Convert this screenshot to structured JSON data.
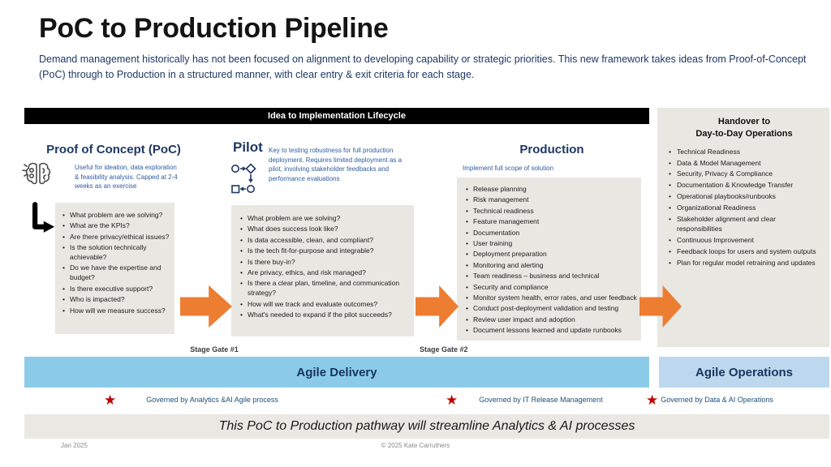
{
  "title": "PoC to Production Pipeline",
  "subtitle": "Demand management historically has not been focused on alignment to developing capability or strategic priorities. This new framework takes ideas from Proof-of-Concept (PoC) through to Production in a structured manner, with clear entry & exit criteria for each stage.",
  "banner": "Idea to Implementation Lifecycle",
  "stages": {
    "poc": {
      "title": "Proof of Concept (PoC)",
      "description": "Useful for ideation, data exploration & feasibility analysis. Capped at 2-4 weeks as an exercise",
      "bullets": [
        "What problem are we solving?",
        "What are the KPIs?",
        "Are there privacy/ethical issues?",
        "Is the solution technically achievable?",
        "Do we have the expertise and budget?",
        "Is there executive support?",
        "Who is impacted?",
        "How will we measure success?"
      ]
    },
    "pilot": {
      "title": "Pilot",
      "description": "Key to testing robustness for full production deployment. Requires limited deployment as a pilot, involving stakeholder feedbacks and performance evaluations",
      "bullets": [
        "What problem are we solving?",
        "What does success look like?",
        "Is data accessible, clean, and compliant?",
        "Is the tech fit-for-purpose and integrable?",
        "Is there buy-in?",
        "Are privacy, ethics, and risk managed?",
        "Is there a clear plan, timeline, and communication strategy?",
        "How will we track and evaluate outcomes?",
        "What's needed to expand if the pilot succeeds?"
      ]
    },
    "production": {
      "title": "Production",
      "description": "Implement full scope of solution",
      "bullets": [
        "Release planning",
        "Risk management",
        "Technical readiness",
        "Feature management",
        "Documentation",
        "User training",
        "Deployment preparation",
        "Monitoring and alerting",
        "Team readiness – business and technical",
        "Security and compliance",
        "Monitor system health, error rates, and user feedback",
        "Conduct post-deployment validation and testing",
        "Review user impact and adoption",
        "Document lessons learned and update runbooks"
      ]
    },
    "handover": {
      "title_line1": "Handover to",
      "title_line2": "Day-to-Day Operations",
      "bullets": [
        "Technical Readiness",
        "Data & Model Management",
        "Security, Privacy & Compliance",
        "Documentation & Knowledge Transfer",
        "Operational playbooks/runbooks",
        "Organizational Readiness",
        "Stakeholder alignment and clear responsibilities",
        "Continuous Improvement",
        "Feedback loops for users and system outputs",
        "Plan for regular model retraining and updates"
      ]
    }
  },
  "stage_gates": {
    "gate1": "Stage Gate #1",
    "gate2": "Stage Gate #2"
  },
  "bars": {
    "delivery": "Agile Delivery",
    "operations": "Agile Operations"
  },
  "governance": [
    {
      "label": "Governed by Analytics &AI Agile process"
    },
    {
      "label": "Governed by IT Release Management"
    },
    {
      "label": "Governed by Data & AI Operations"
    }
  ],
  "tagline": "This PoC to Production pathway will streamline Analytics & AI processes",
  "footer": {
    "date": "Jan 2025",
    "copyright": "© 2025 Kate Carruthers"
  },
  "icons": {
    "star": "★",
    "poc_icon": "brain-idea",
    "pilot_icon": "flowchart"
  },
  "colors": {
    "accent_orange": "#ED7D31",
    "navy": "#1F3864",
    "bar_delivery_blue": "#8CCBE8",
    "bar_operations_blue": "#BDD7EE",
    "star_red": "#C00000",
    "box_gray": "#E8E7E2",
    "banner_black": "#000000"
  }
}
